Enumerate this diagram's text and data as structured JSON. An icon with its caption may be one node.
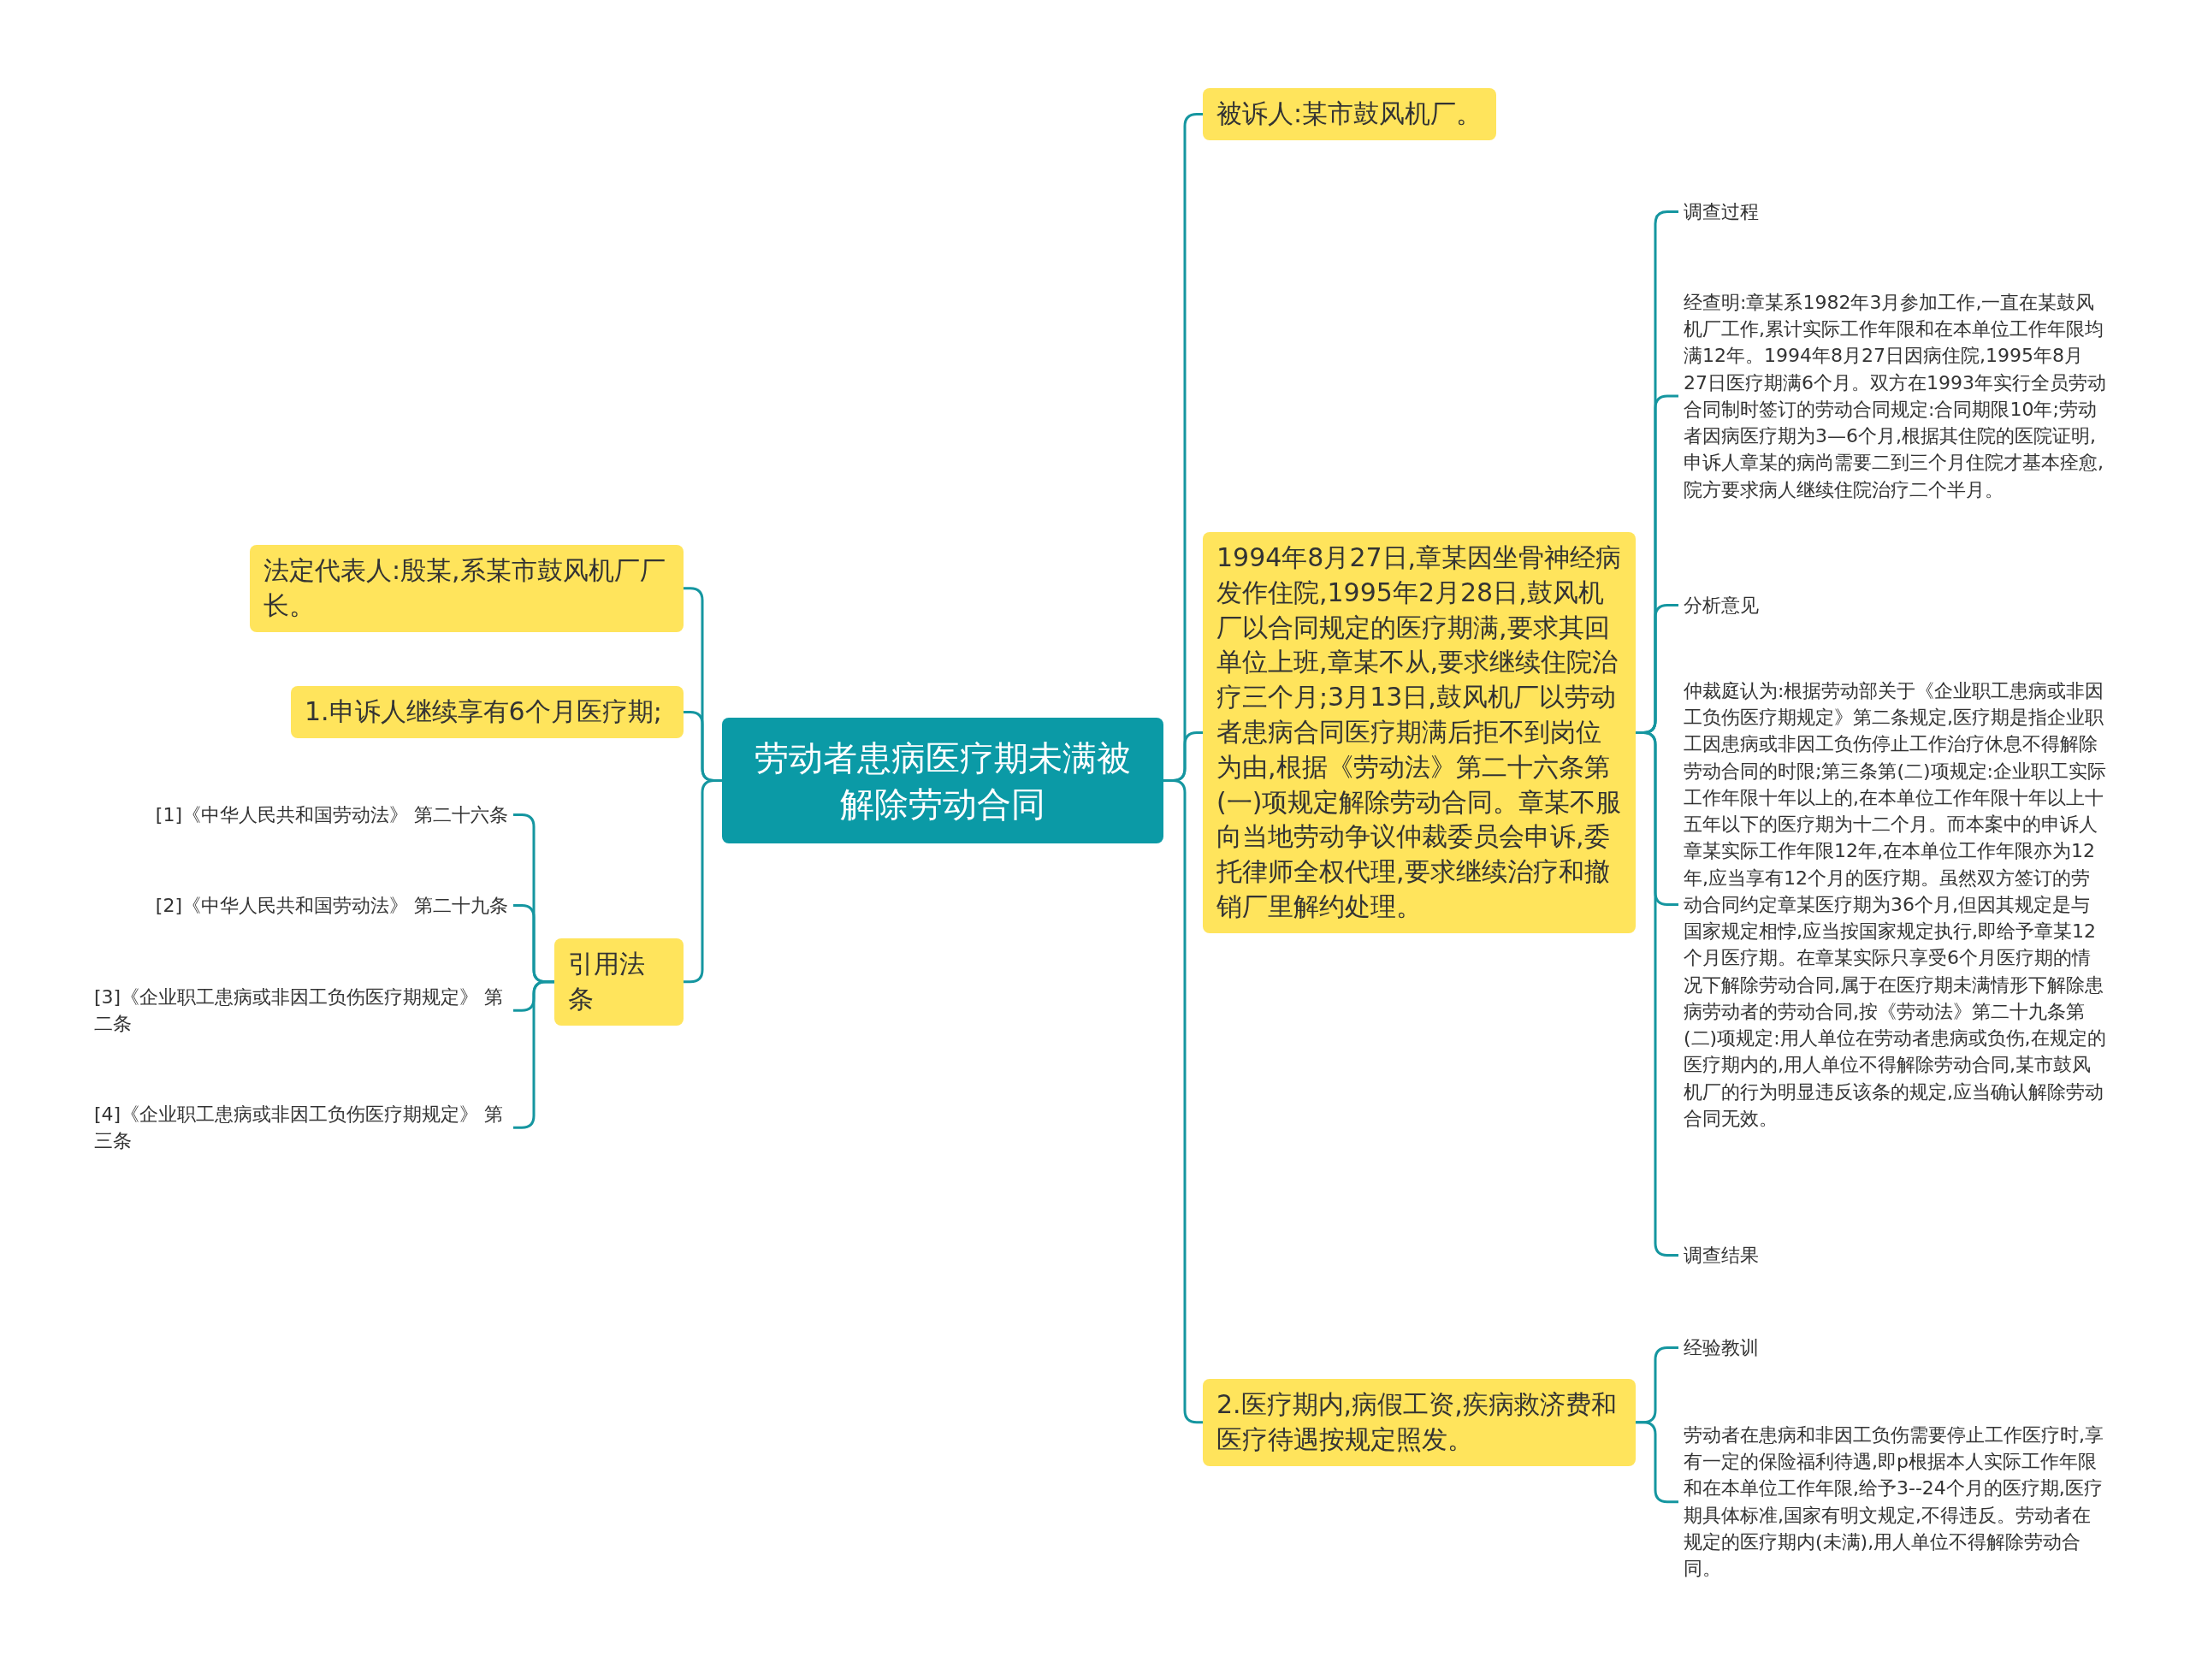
{
  "diagram": {
    "nodes": [
      {
        "text": [
          "劳动者患病医疗期未满被解除劳动合同"
        ]
      },
      {
        "text": [
          "被诉人:某市鼓风机厂。"
        ]
      },
      {
        "text": [
          "1994年8月27日,章某因坐骨神经病发作住院,1995年2月28日,鼓风机厂以合同规定的医疗期满,要求其回单位上班,章某不从,要求继续住院治疗三个月;3月13日,鼓风机厂以劳动者患病合同医疗期满后拒不到岗位为由,根据《劳动法》第二十六条第(一)项规定解除劳动合同。章某不服向当地劳动争议仲裁委员会申诉,委托律师全权代理,要求继续治疗和撤销厂里解约处理。"
        ]
      },
      {
        "text": [
          "调查过程"
        ]
      },
      {
        "text": [
          "经查明:章某系1982年3月参加工作,一直在某鼓风机厂工作,累计实际工作年限和在本单位工作年限均满12年。1994年8月27日因病住院,1995年8月27日医疗期满6个月。双方在1993年实行全员劳动合同制时签订的劳动合同规定:合同期限10年;劳动者因病医疗期为3—6个月,根据其住院的医院证明,申诉人章某的病尚需要二到三个月住院才基本痊愈,院方要求病人继续住院治疗二个半月。"
        ]
      },
      {
        "text": [
          "分析意见"
        ]
      },
      {
        "text": [
          "仲裁庭认为:根据劳动部关于《企业职工患病或非因工负伤医疗期规定》第二条规定,医疗期是指企业职工因患病或非因工负伤停止工作治疗休息不得解除劳动合同的时限;第三条第(二)项规定:企业职工实际工作年限十年以上的,在本单位工作年限十年以上十五年以下的医疗期为十二个月。而本案中的申诉人章某实际工作年限12年,在本单位工作年限亦为12年,应当享有12个月的医疗期。虽然双方签订的劳动合同约定章某医疗期为36个月,但因其规定是与国家规定相悖,应当按国家规定执行,即给予章某12个月医疗期。在章某实际只享受6个月医疗期的情况下解除劳动合同,属于在医疗期未满情形下解除患病劳动者的劳动合同,按《劳动法》第二十九条第(二)项规定:用人单位在劳动者患病或负伤,在规定的医疗期内的,用人单位不得解除劳动合同,某市鼓风机厂的行为明显违反该条的规定,应当确认解除劳动合同无效。"
        ]
      },
      {
        "text": [
          "调查结果"
        ]
      },
      {
        "text": [
          "2.医疗期内,病假工资,疾病救济费和医疗待遇按规定照发。"
        ]
      },
      {
        "text": [
          "经验教训"
        ]
      },
      {
        "text": [
          "劳动者在患病和非因工负伤需要停止工作医疗时,享有一定的保险福利待遇,即p根据本人实际工作年限和在本单位工作年限,给予3--24个月的医疗期,医疗期具体标准,国家有明文规定,不得违反。劳动者在规定的医疗期内(未满),用人单位不得解除劳动合同。"
        ]
      },
      {
        "text": [
          "法定代表人:殷某,系某市鼓风机厂厂长。"
        ]
      },
      {
        "text": [
          "1.申诉人继续享有6个月医疗期;"
        ]
      },
      {
        "text": [
          "引用法条"
        ]
      },
      {
        "text": [
          "[1]《中华人民共和国劳动法》 第二十六条"
        ]
      },
      {
        "text": [
          "[2]《中华人民共和国劳动法》 第二十九条"
        ]
      },
      {
        "text": [
          "[3]《企业职工患病或非因工负伤医疗期规定》 第二条"
        ]
      },
      {
        "text": [
          "[4]《企业职工患病或非因工负伤医疗期规定》 第三条"
        ]
      }
    ],
    "edges": [
      {
        "from": 0,
        "to": 1,
        "arrow": "none"
      },
      {
        "from": 0,
        "to": 2,
        "arrow": "none"
      },
      {
        "from": 2,
        "to": 3,
        "arrow": "none"
      },
      {
        "from": 2,
        "to": 4,
        "arrow": "none"
      },
      {
        "from": 2,
        "to": 5,
        "arrow": "none"
      },
      {
        "from": 2,
        "to": 6,
        "arrow": "none"
      },
      {
        "from": 2,
        "to": 7,
        "arrow": "none"
      },
      {
        "from": 0,
        "to": 8,
        "arrow": "none"
      },
      {
        "from": 8,
        "to": 9,
        "arrow": "none"
      },
      {
        "from": 8,
        "to": 10,
        "arrow": "none"
      },
      {
        "from": 0,
        "to": 11,
        "arrow": "none"
      },
      {
        "from": 0,
        "to": 12,
        "arrow": "none"
      },
      {
        "from": 0,
        "to": 13,
        "arrow": "none"
      },
      {
        "from": 13,
        "to": 14,
        "arrow": "none"
      },
      {
        "from": 13,
        "to": 15,
        "arrow": "none"
      },
      {
        "from": 13,
        "to": 16,
        "arrow": "none"
      },
      {
        "from": 13,
        "to": 17,
        "arrow": "none"
      }
    ]
  }
}
